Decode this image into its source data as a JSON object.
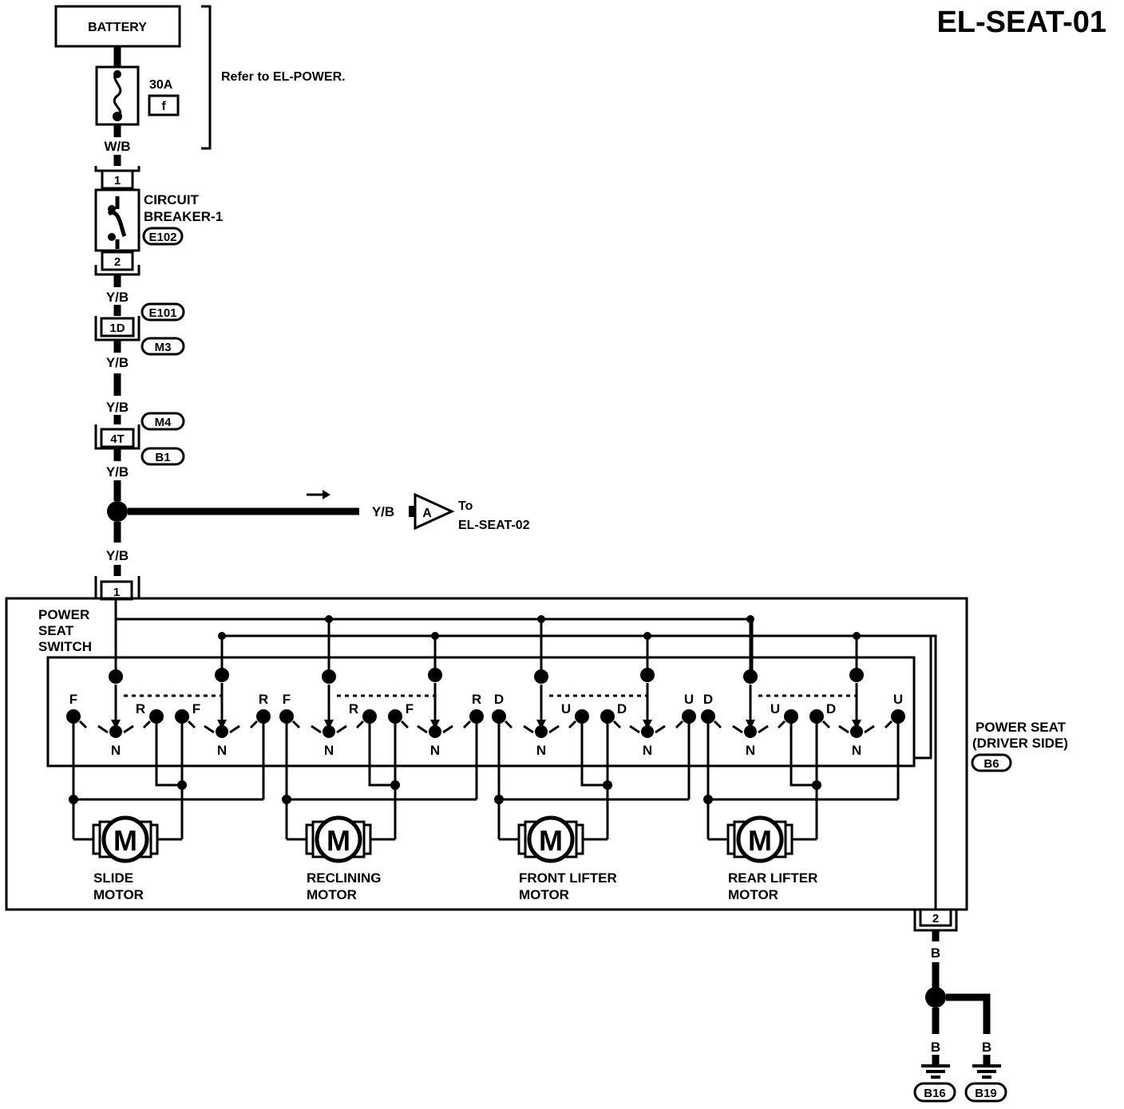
{
  "header": {
    "title": "EL-SEAT-01"
  },
  "battery": {
    "label": "BATTERY",
    "refer_note": "Refer to EL-POWER."
  },
  "fuse": {
    "rating": "30A",
    "id": "f"
  },
  "wires": {
    "wb": "W/B",
    "yb1": "Y/B",
    "yb2": "Y/B",
    "yb3": "Y/B",
    "yb4": "Y/B",
    "yb5": "Y/B",
    "yb_branch": "Y/B",
    "b_main": "B",
    "b_left": "B",
    "b_right": "B"
  },
  "circuit_breaker": {
    "line1": "CIRCUIT",
    "line2": "BREAKER-1",
    "connector": "E102",
    "pin_top": "1",
    "pin_bottom": "2"
  },
  "connectors": {
    "c1": {
      "pin": "1D",
      "top": "E101",
      "bottom": "M3"
    },
    "c2": {
      "pin": "4T",
      "top": "M4",
      "bottom": "B1"
    },
    "seat_in_pin": "1",
    "seat_out_pin": "2"
  },
  "offpage": {
    "letter": "A",
    "to": "To",
    "target": "EL-SEAT-02"
  },
  "switch": {
    "line1": "POWER",
    "line2": "SEAT",
    "line3": "SWITCH"
  },
  "power_seat": {
    "line1": "POWER SEAT",
    "line2": "(DRIVER SIDE)",
    "connector": "B6"
  },
  "motor_symbol": "M",
  "motors": [
    {
      "line1": "SLIDE",
      "line2": "MOTOR"
    },
    {
      "line1": "RECLINING",
      "line2": "MOTOR"
    },
    {
      "line1": "FRONT LIFTER",
      "line2": "MOTOR"
    },
    {
      "line1": "REAR LIFTER",
      "line2": "MOTOR"
    }
  ],
  "switch_groups": [
    {
      "a": "F",
      "b": "R",
      "c": "F",
      "d": "R"
    },
    {
      "a": "F",
      "b": "R",
      "c": "F",
      "d": "R"
    },
    {
      "a": "D",
      "b": "U",
      "c": "D",
      "d": "U"
    },
    {
      "a": "D",
      "b": "U",
      "c": "D",
      "d": "U"
    }
  ],
  "neutral_label": "N",
  "grounds": {
    "left": "B16",
    "right": "B19"
  }
}
